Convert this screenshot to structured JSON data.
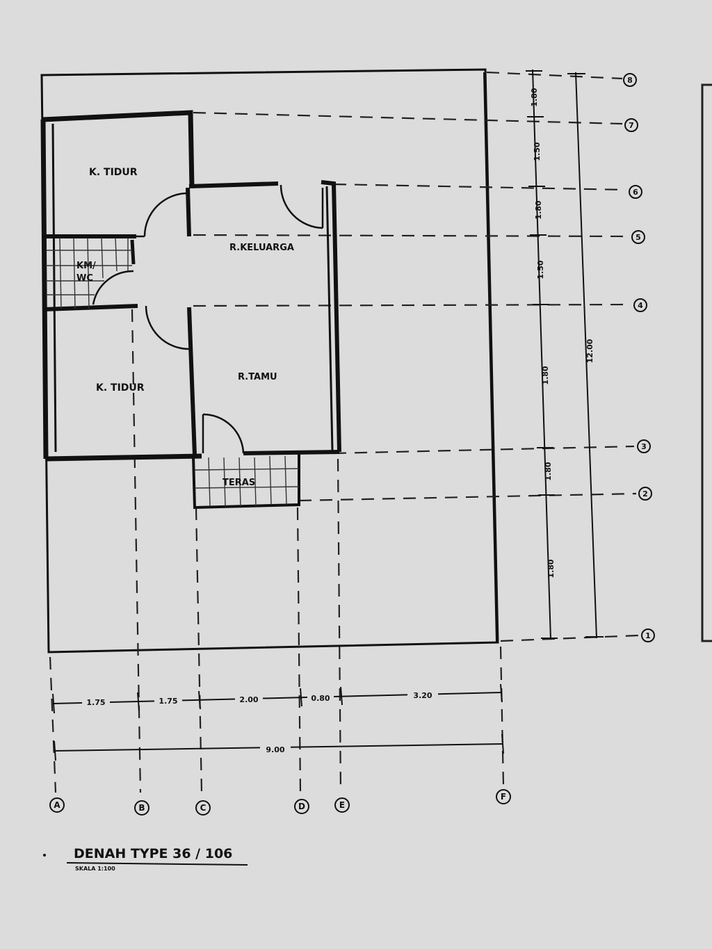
{
  "rooms": {
    "bedroom_top": "K. TIDUR",
    "bedroom_bottom": "K. TIDUR",
    "bathroom_line1": "KM/",
    "bathroom_line2": "WC",
    "family_room": "R.KELUARGA",
    "living_room": "R.TAMU",
    "terrace": "TERAS"
  },
  "grid_rows": [
    "8",
    "7",
    "6",
    "5",
    "4",
    "3",
    "2",
    "1"
  ],
  "grid_cols": [
    "A",
    "B",
    "C",
    "D",
    "E",
    "F"
  ],
  "dims_vertical": [
    "1.80",
    "1.50",
    "1.80",
    "1.50",
    "1.80",
    "1.80",
    "1.80"
  ],
  "dim_vertical_total": "12.00",
  "dims_horizontal": [
    "1.75",
    "1.75",
    "2.00",
    "0.80",
    "3.20"
  ],
  "dim_horizontal_total": "9.00",
  "title": "DENAH TYPE 36 / 106",
  "scale": "SKALA 1:100"
}
